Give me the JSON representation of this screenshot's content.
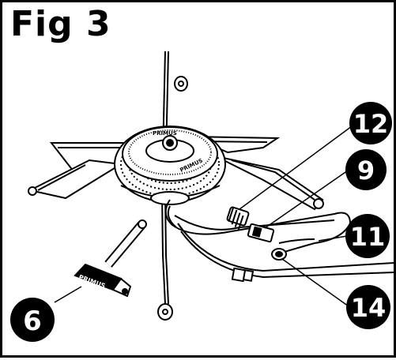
{
  "figure": {
    "title": "Fig 3"
  },
  "callouts": [
    {
      "id": "callout-12",
      "number": "12"
    },
    {
      "id": "callout-9",
      "number": "9"
    },
    {
      "id": "callout-11",
      "number": "11"
    },
    {
      "id": "callout-14",
      "number": "14"
    },
    {
      "id": "callout-6",
      "number": "6"
    }
  ],
  "parts": {
    "burner_brand": "PRIMUS",
    "tool_brand": "PRIMUS"
  },
  "colors": {
    "ink": "#000000",
    "paper": "#ffffff",
    "callout_fill": "#000000",
    "callout_text": "#ffffff"
  }
}
